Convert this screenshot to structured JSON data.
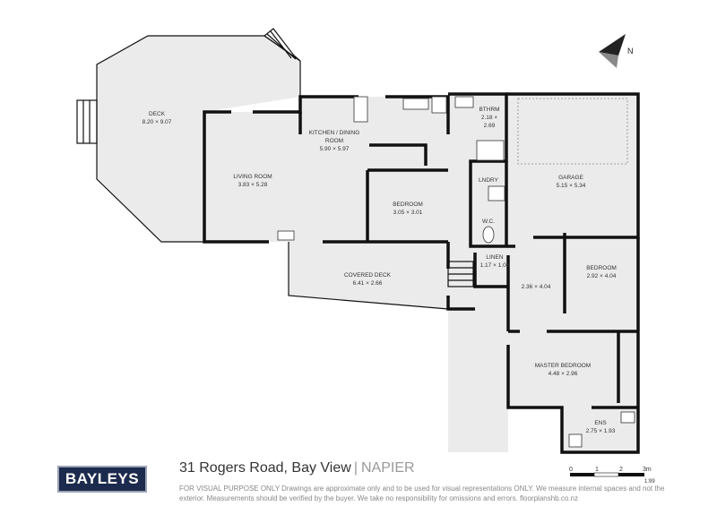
{
  "brand": {
    "logo_text": "BAYLEYS",
    "color": "#1c2a4d"
  },
  "listing": {
    "address": "31 Rogers Road, Bay View",
    "city": "NAPIER"
  },
  "disclaimer": "FOR VISUAL PURPOSE ONLY Drawings are approximate only and to be used for visual representations ONLY. We measure internal spaces and not the exterior. Measurements should be verified by the buyer. We take no responsibility for omissions and errors. floorplanshb.co.nz",
  "scale_bar": {
    "ticks": [
      "0",
      "1",
      "2",
      "3m"
    ],
    "ratio": "1:99"
  },
  "compass": {
    "label": "N"
  },
  "rooms": [
    {
      "name": "DECK",
      "size": "8.20 × 9.07"
    },
    {
      "name": "LIVING ROOM",
      "size": "3.83 × 5.28"
    },
    {
      "name": "KITCHEN / DINING",
      "name2": "ROOM",
      "size": "5.90 × 5.97"
    },
    {
      "name": "BEDROOM",
      "size": "3.05 × 3.01"
    },
    {
      "name": "COVERED DECK",
      "size": "6.41 × 2.66"
    },
    {
      "name": "BTHRM",
      "size": "2.18 ×",
      "size2": "2.69"
    },
    {
      "name": "LNDRY"
    },
    {
      "name": "W.C."
    },
    {
      "name": "GARAGE",
      "size": "5.15 × 5.34"
    },
    {
      "name": "LINEN",
      "size": "1.17 × 1.08"
    },
    {
      "name": "",
      "size": "2.36 × 4.04"
    },
    {
      "name": "BEDROOM",
      "size": "2.92 × 4.04"
    },
    {
      "name": "MASTER BEDROOM",
      "size": "4.48 × 2.96"
    },
    {
      "name": "ENS",
      "size": "2.75 × 1.93"
    }
  ]
}
